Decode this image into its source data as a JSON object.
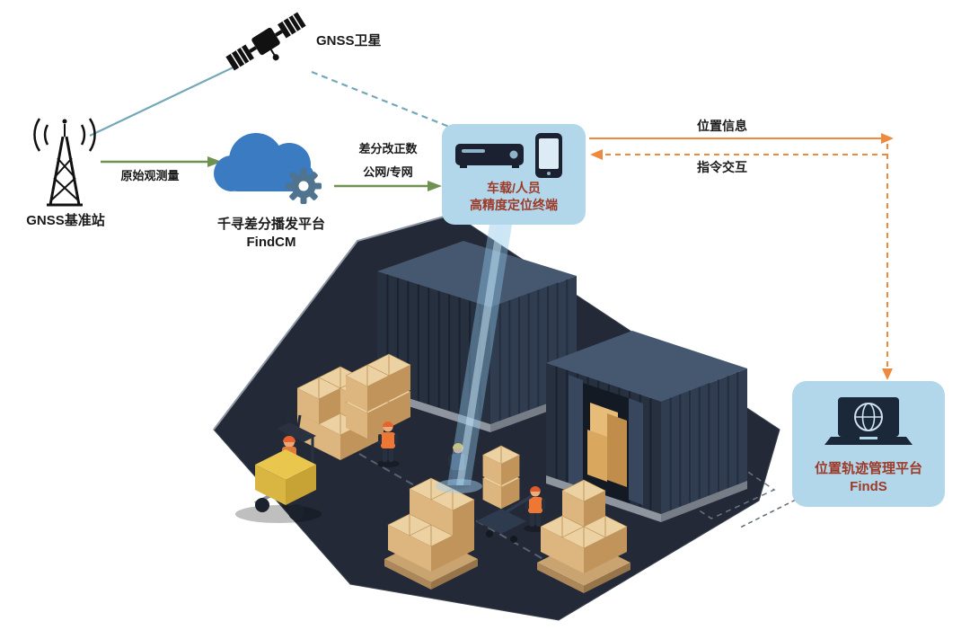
{
  "diagram": {
    "satellite": {
      "label": "GNSS卫星",
      "icon": "satellite-icon"
    },
    "base_station": {
      "label": "GNSS基准站",
      "icon": "radio-tower-icon"
    },
    "cloud_platform": {
      "name": "千寻差分播发平台",
      "product": "FindCM",
      "icon": "cloud-gear-icon"
    },
    "terminal": {
      "line1": "车载/人员",
      "line2": "高精度定位终端",
      "icons": "receiver-icon smartphone-icon"
    },
    "management_platform": {
      "name": "位置轨迹管理平台",
      "product": "FindS",
      "icon": "laptop-globe-icon"
    },
    "links": {
      "raw_observation": "原始观测量",
      "correction_line1": "差分改正数",
      "correction_line2": "公网/专网",
      "position_info": "位置信息",
      "command_interaction": "指令交互"
    },
    "colors": {
      "panel_blue": "#b3d7ea",
      "panel_label_red": "#9c3a28",
      "arrow_green": "#6f9151",
      "arrow_orange": "#ee8a3e",
      "link_teal": "#74a7ba",
      "cloud_blue": "#3a7bc1",
      "icon_black": "#111111",
      "scene_ground": "#232936",
      "container_navy": "#26303f",
      "carton_tan": "#dcb67e"
    }
  }
}
